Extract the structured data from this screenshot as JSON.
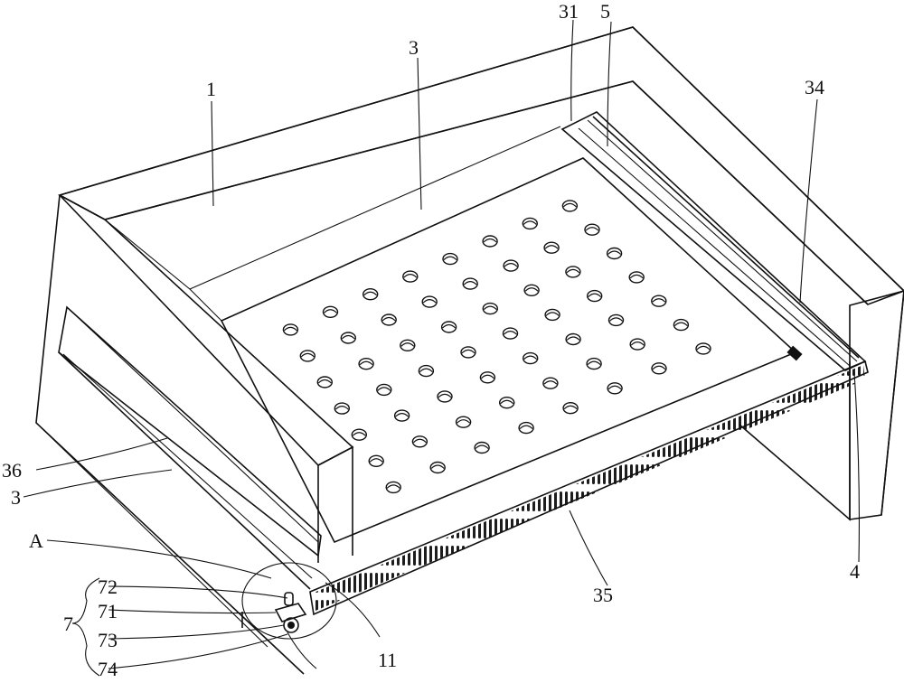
{
  "figure": {
    "labels": {
      "l1": "1",
      "l3_top": "3",
      "l31": "31",
      "l5": "5",
      "l34": "34",
      "l36": "36",
      "l3_left": "3",
      "lA": "A",
      "l72": "72",
      "l71": "71",
      "l7": "7",
      "l73": "73",
      "l74": "74",
      "l11": "11",
      "l35": "35",
      "l4": "4"
    },
    "hole_grid": {
      "rows": 7,
      "cols": 8
    }
  }
}
